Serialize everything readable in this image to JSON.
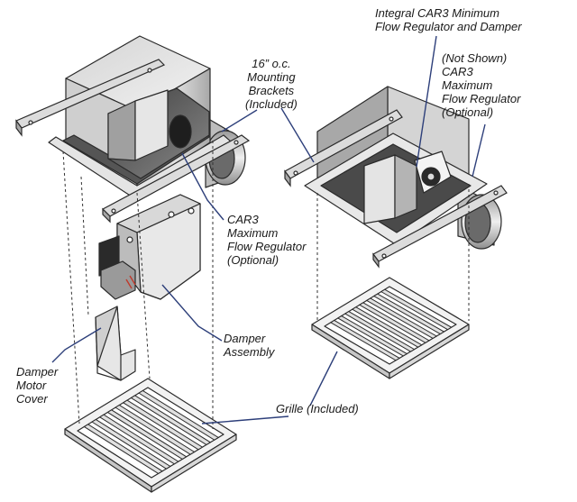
{
  "labels": {
    "mounting_brackets": "16” o.c.\nMounting\nBrackets\n(Included)",
    "integral_car3": "Integral CAR3 Minimum\nFlow Regulator and Damper",
    "not_shown_car3": "(Not Shown)\nCAR3\nMaximum\nFlow Regulator\n(Optional)",
    "car3_max": "CAR3\nMaximum\nFlow Regulator\n(Optional)",
    "damper_assembly": "Damper\nAssembly",
    "damper_motor_cover": "Damper\nMotor\nCover",
    "grille": "Grille (Included)"
  },
  "colors": {
    "leader": "#2d3f7a",
    "outline": "#2a2a2a",
    "metal_light": "#e6e6e6",
    "metal_mid": "#c8c8c8",
    "metal_dark": "#8a8a8a",
    "interior": "#555555"
  }
}
